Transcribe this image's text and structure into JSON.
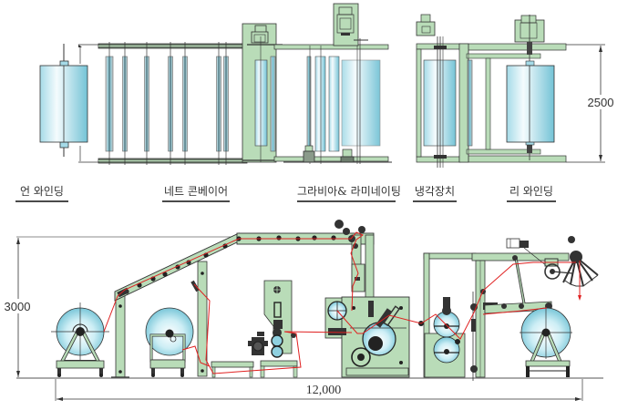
{
  "title": "Gravure & Lamination line layout (top view / side view)",
  "colors": {
    "frame_green": "#b9dcb8",
    "frame_outline": "#3a3a3a",
    "roll_blue": "#8fd0e0",
    "roll_light": "#e8f7fb",
    "web_red": "#e02020",
    "rail_dark": "#5d6b5d",
    "dimension_line": "#333333",
    "label_text": "#333333"
  },
  "sections": [
    {
      "id": "unwinding",
      "label": "언 와인딩"
    },
    {
      "id": "net-conveyor",
      "label": "네트 콘베이어"
    },
    {
      "id": "gravure-laminating",
      "label": "그라비아& 라미네이팅"
    },
    {
      "id": "cooling-unit",
      "label": "냉각장치"
    },
    {
      "id": "rewinding",
      "label": "리 와인딩"
    }
  ],
  "dimensions": {
    "width": "2500",
    "height": "3000",
    "length": "12,000"
  },
  "views": {
    "top": "plan view",
    "side": "elevation view"
  }
}
